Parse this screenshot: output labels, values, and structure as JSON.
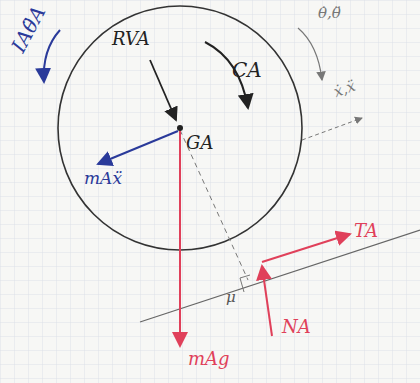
{
  "diagram": {
    "labels": [
      "IAθ̈A",
      "RVA",
      "CA",
      "θ̇,θ̈",
      "GA",
      "ẋ,ẍ",
      "mAẍ",
      "μ",
      "TA",
      "NA",
      "mAg"
    ]
  }
}
